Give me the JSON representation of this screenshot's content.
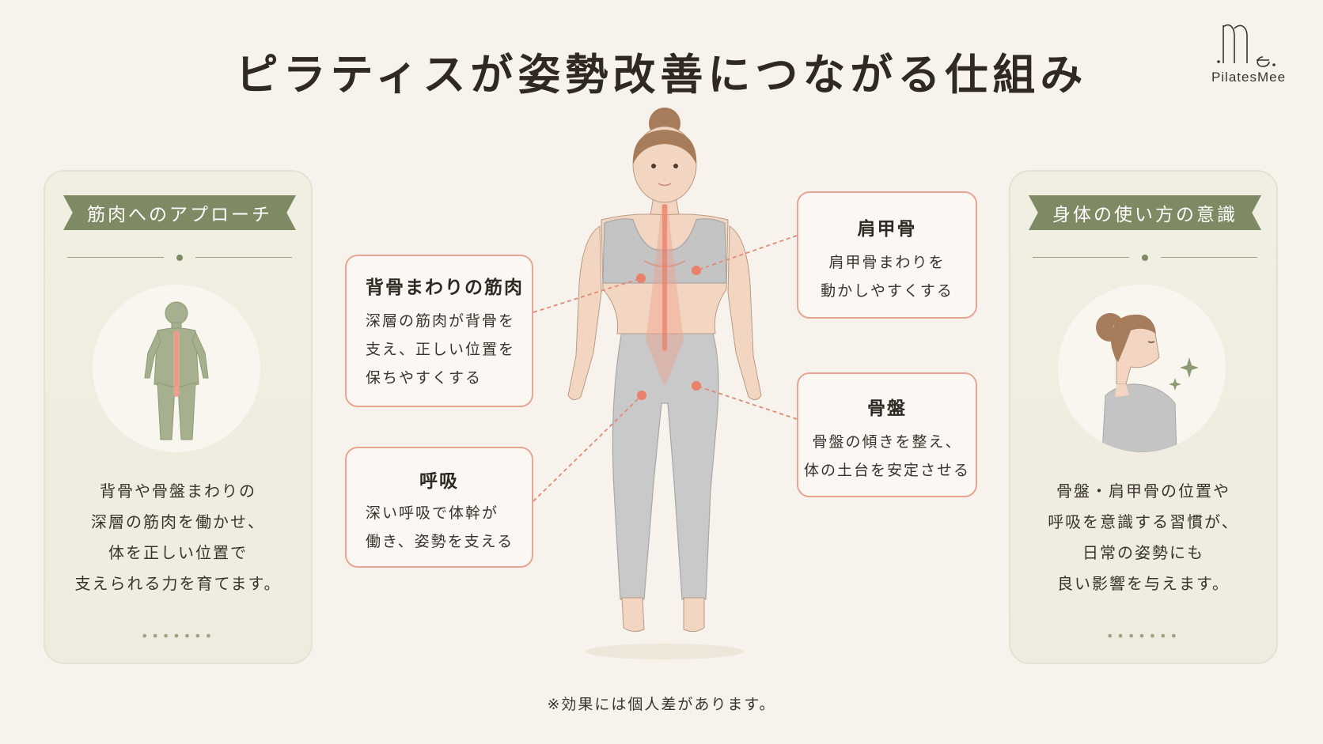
{
  "title": "ピラティスが姿勢改善につながる仕組み",
  "logo": {
    "text": "PilatesMee"
  },
  "left_panel": {
    "ribbon": "筋肉へのアプローチ",
    "lines": [
      "背骨や骨盤まわりの",
      "深層の筋肉を働かせ、",
      "体を正しい位置で",
      "支えられる力を育てます。"
    ],
    "dots": "•••••••"
  },
  "right_panel": {
    "ribbon": "身体の使い方の意識",
    "lines": [
      "骨盤・肩甲骨の位置や",
      "呼吸を意識する習慣が、",
      "日常の姿勢にも",
      "良い影響を与えます。"
    ],
    "dots": "•••••••"
  },
  "callouts": {
    "spine": {
      "title": "背骨まわりの筋肉",
      "lines": [
        "深層の筋肉が背骨を",
        "支え、正しい位置を",
        "保ちやすくする"
      ]
    },
    "breath": {
      "title": "呼吸",
      "lines": [
        "深い呼吸で体幹が",
        "働き、姿勢を支える"
      ]
    },
    "scapula": {
      "title": "肩甲骨",
      "lines": [
        "肩甲骨まわりを",
        "動かしやすくする"
      ]
    },
    "pelvis": {
      "title": "骨盤",
      "lines": [
        "骨盤の傾きを整え、",
        "体の土台を安定させる"
      ]
    }
  },
  "colors": {
    "background": "#f7f3ec",
    "ribbon": "#7d8a63",
    "accent": "#e8a593",
    "highlight": "#e9806a",
    "body_gray": "#c9c9c9"
  },
  "footnote": "※効果には個人差があります。"
}
